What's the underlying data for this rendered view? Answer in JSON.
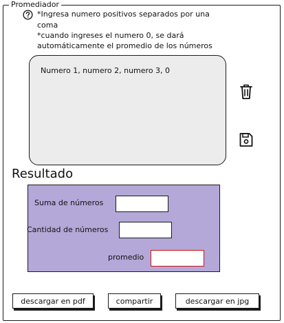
{
  "window": {
    "title": "Promediador"
  },
  "instructions": {
    "line1": "*Ingresa numero positivos separados por una",
    "line2": "coma",
    "line3": "*cuando ingreses el numero 0, se dará",
    "line4": "automáticamente el promedio de los números"
  },
  "input": {
    "value": "Numero 1, numero 2, numero 3, 0"
  },
  "icons": {
    "help": "help-icon",
    "delete": "trash-icon",
    "save": "save-icon"
  },
  "results": {
    "heading": "Resultado",
    "sum_label": "Suma de números",
    "sum_value": "",
    "count_label": "Cantidad de números",
    "count_value": "",
    "average_label": "promedio",
    "average_value": ""
  },
  "buttons": {
    "pdf": "descargar en pdf",
    "share": "compartir",
    "jpg": "descargar en jpg"
  },
  "colors": {
    "panel": "#b3a8d8",
    "textarea": "#ececec",
    "highlight": "#cc1111"
  }
}
